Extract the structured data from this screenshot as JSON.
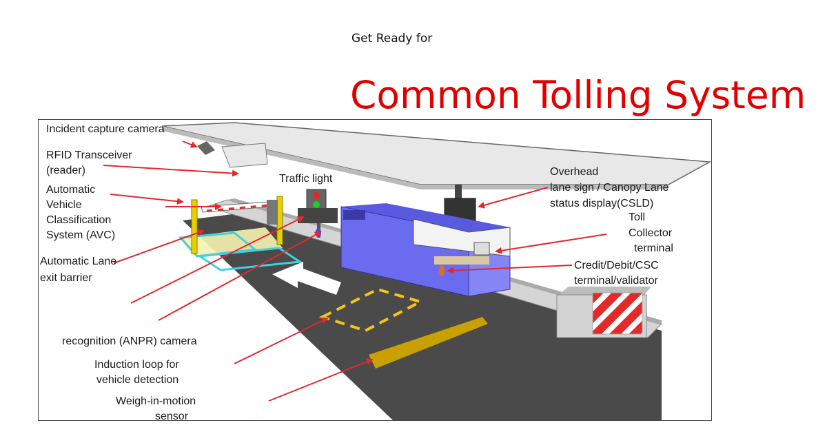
{
  "header": {
    "subtitle": "Get Ready for",
    "title": "Common Tolling System"
  },
  "labels": {
    "incident_camera": "Incident  capture camera",
    "rfid_1": "RFID Transceiver",
    "rfid_2": "(reader)",
    "avc_1": "Automatic",
    "avc_2": "Vehicle",
    "avc_3": "Classification",
    "avc_4": "System (AVC)",
    "barrier_1": "Automatic Lane",
    "barrier_2": "exit barrier",
    "anpr": "recognition (ANPR) camera",
    "loop_1": "Induction loop for",
    "loop_2": "vehicle detection",
    "wim_1": "Weigh-in-motion",
    "wim_2": "sensor",
    "traffic_light": "Traffic light",
    "cslds_1": "Overhead",
    "cslds_2": "lane sign / Canopy Lane",
    "cslds_3": "status display(CSLD)",
    "toll_1": "Toll",
    "toll_2": "Collector",
    "toll_3": "terminal",
    "card_1": "Credit/Debit/CSC",
    "card_2": "terminal/validator"
  },
  "colors": {
    "title": "#e00000",
    "arrow": "#e3282c",
    "booth": "#6b6bf0",
    "road": "#4a4a4a",
    "sensor": "#c8a000"
  }
}
